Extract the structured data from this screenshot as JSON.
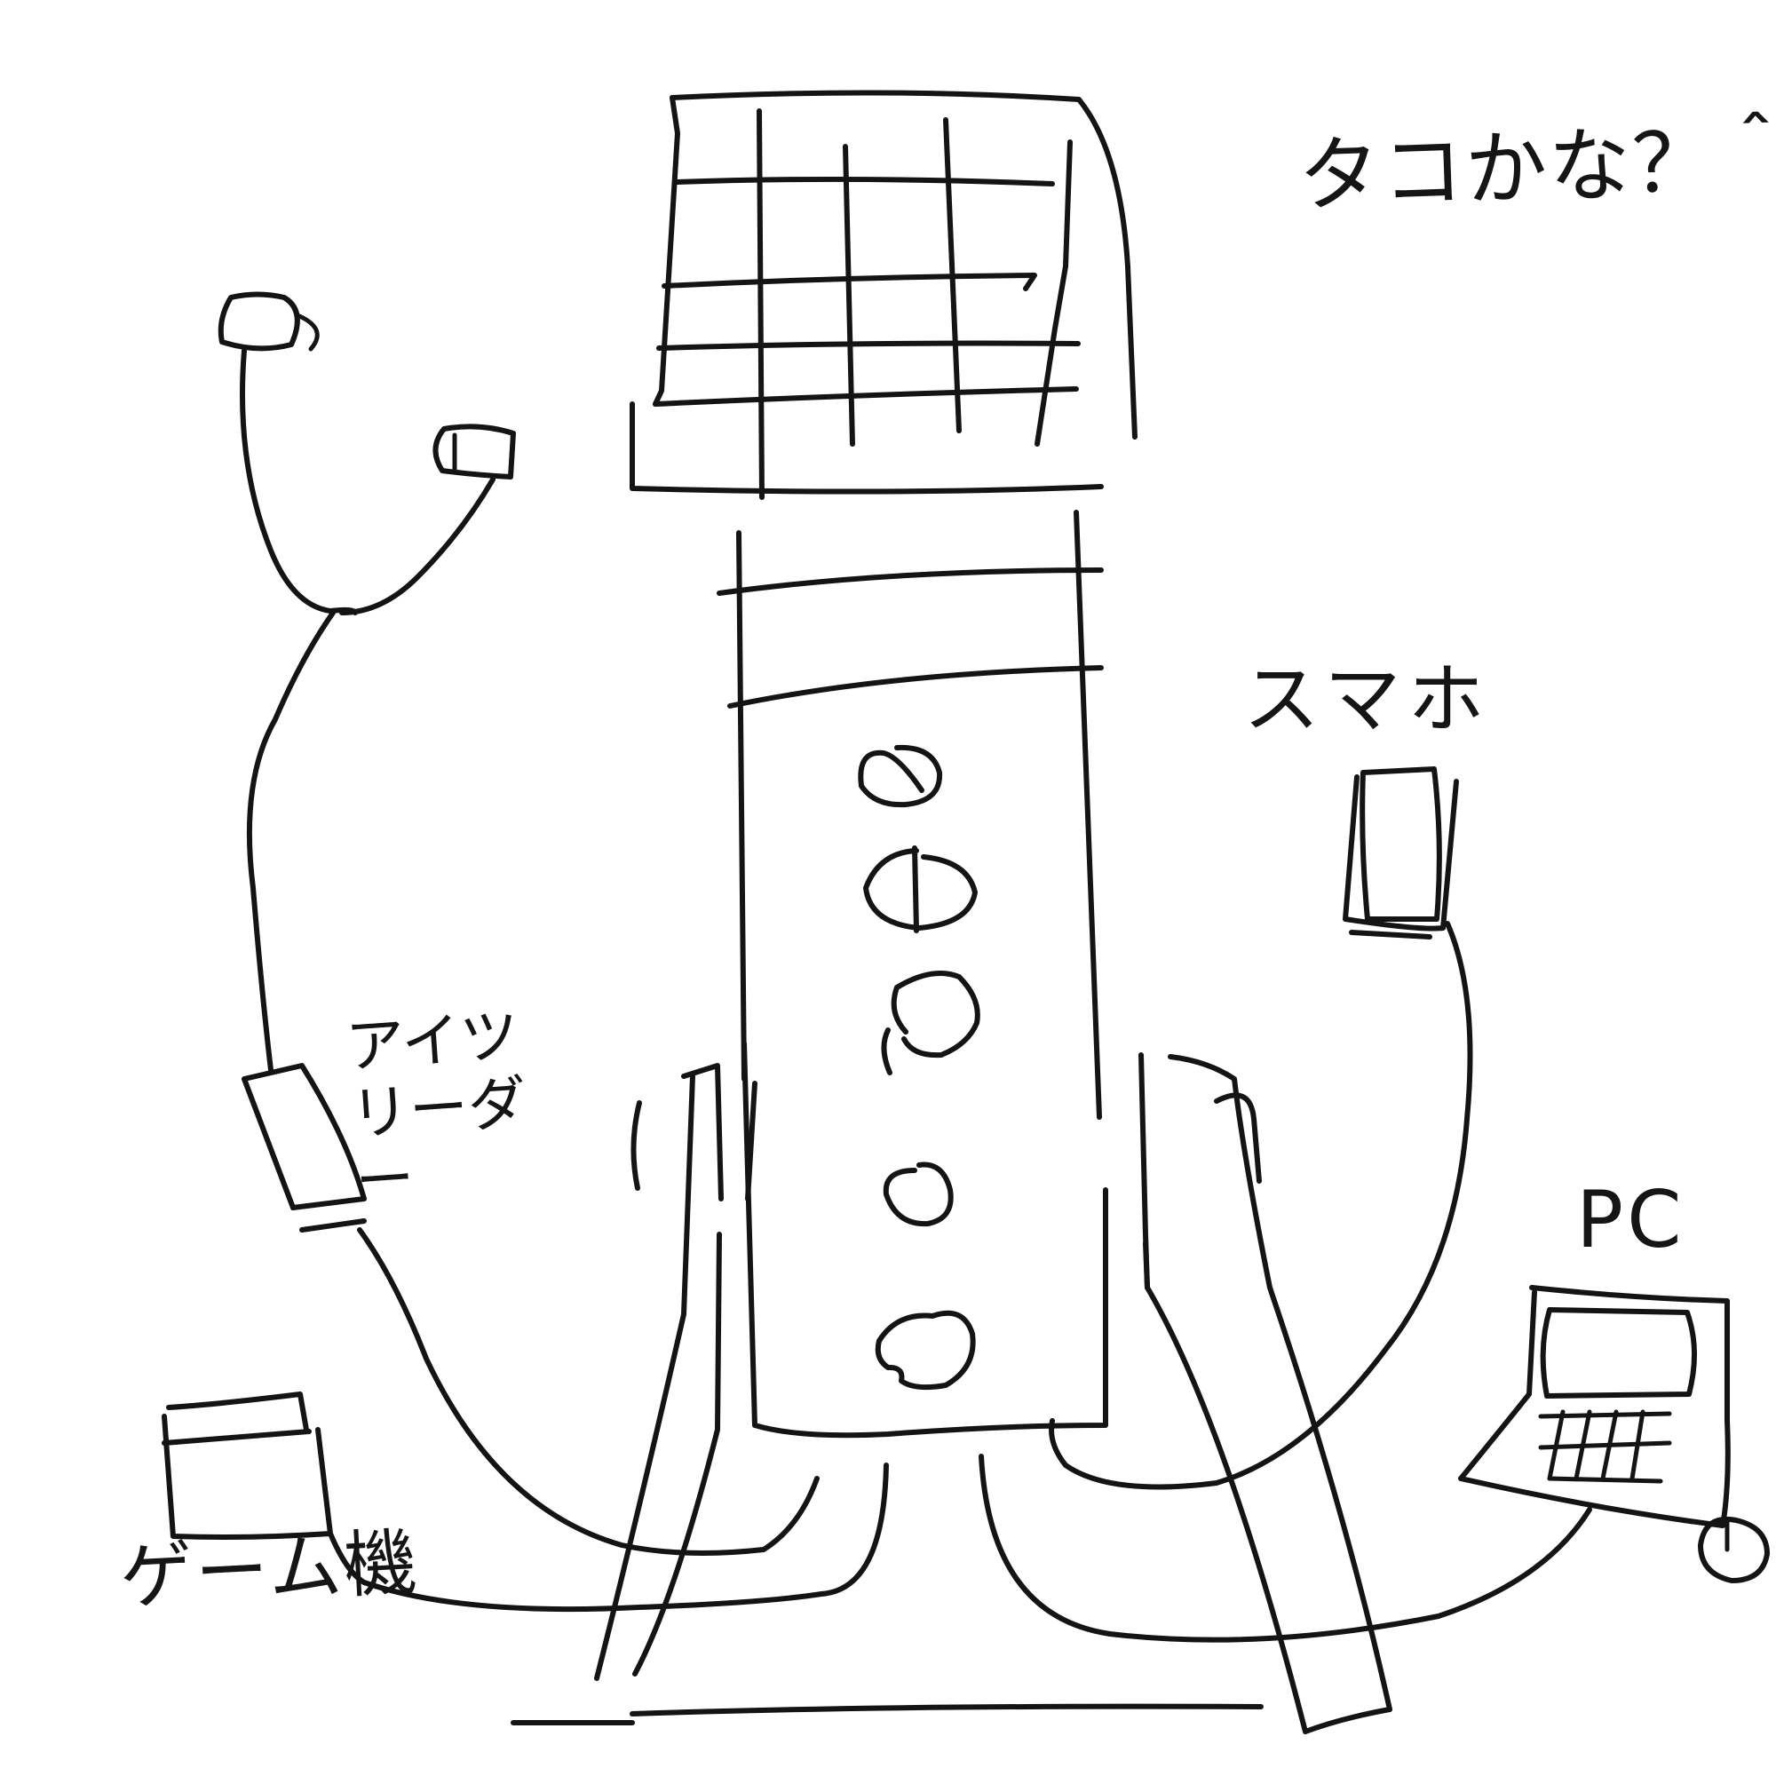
{
  "caption": "タコかな？＾－＾",
  "labels": {
    "smartphone": "スマホ",
    "pc": "PC",
    "card_reader": "アイツ リーダー",
    "game_console": "ゲーム機"
  }
}
